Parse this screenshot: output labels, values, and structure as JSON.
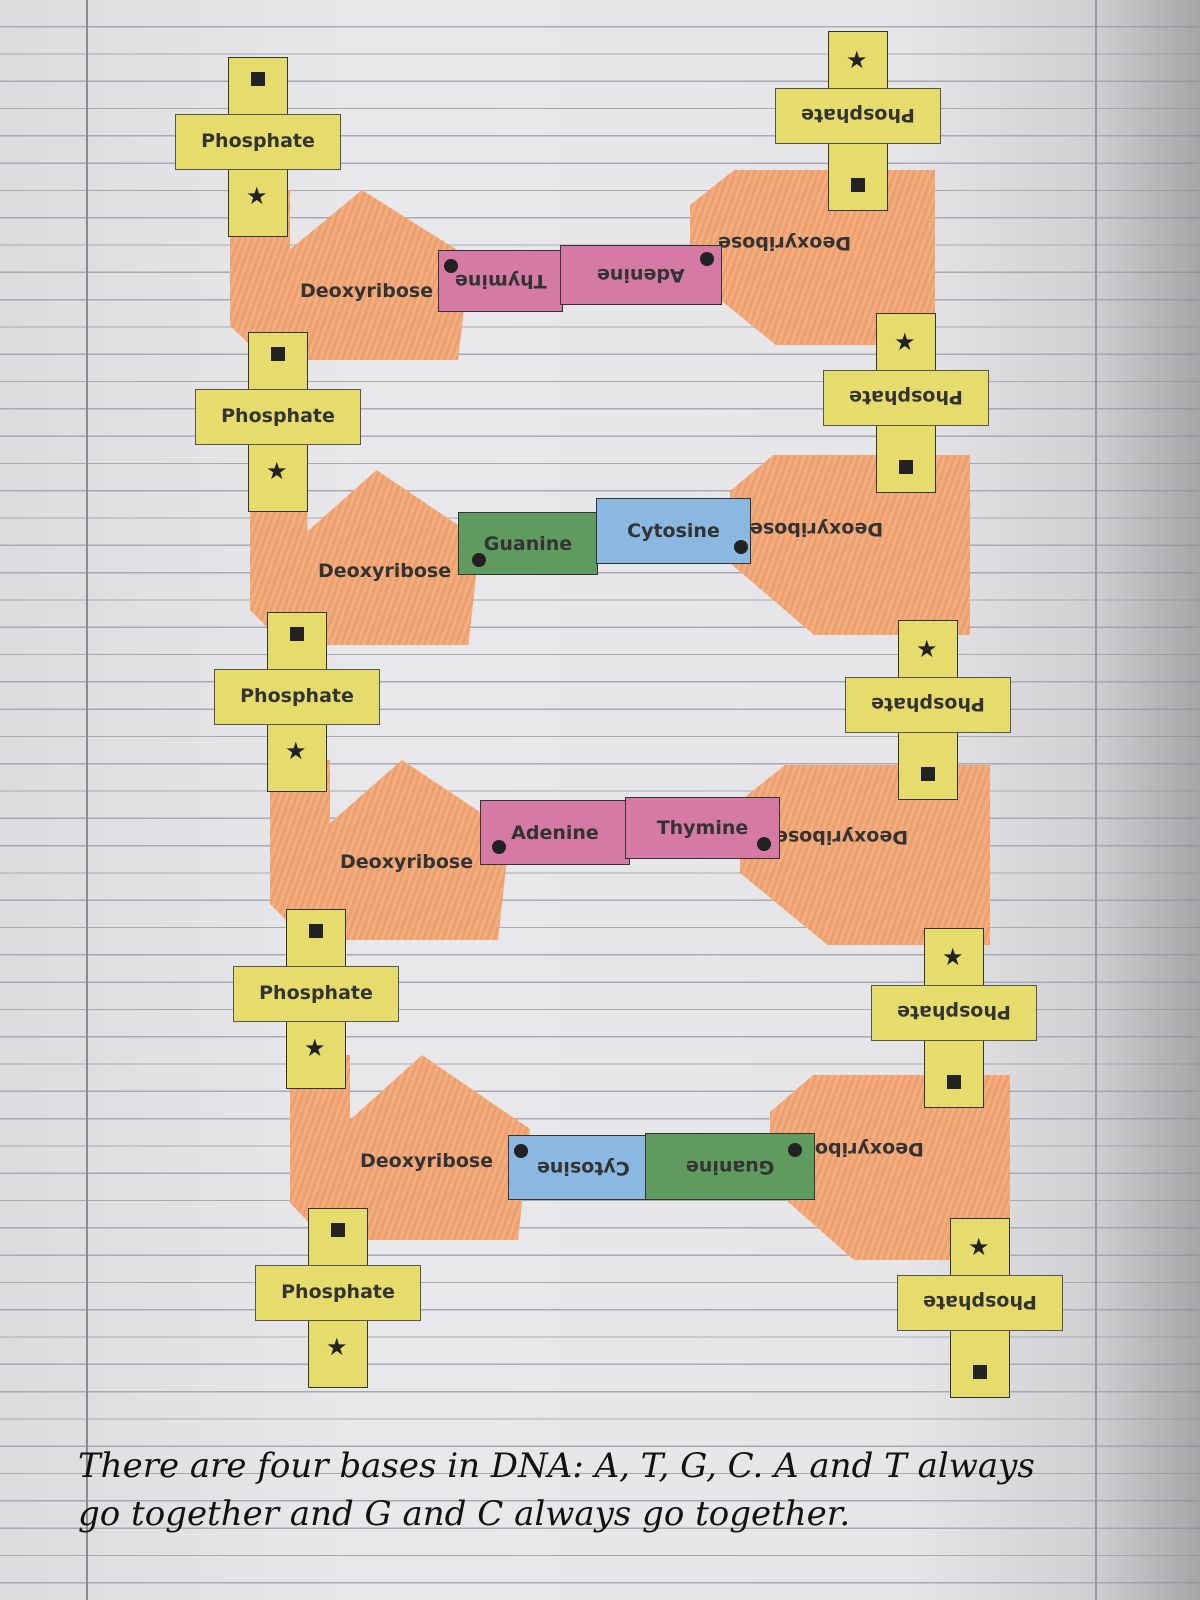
{
  "labels": {
    "phosphate": "Phosphate",
    "deoxyribose": "Deoxyribose",
    "deoxyribose_cut": "Deoxyribo",
    "adenine": "Adenine",
    "thymine": "Thymine",
    "guanine": "Guanine",
    "cytosine": "Cytosine"
  },
  "colors": {
    "phosphate": "#e6dc6c",
    "sugar": "#f0a070",
    "adenine_thymine": "#d47aa5",
    "guanine": "#5f9a5f",
    "cytosine": "#8bb8e0"
  },
  "base_pairs": [
    {
      "left": "Thymine",
      "right": "Adenine",
      "orientation": "upside-down"
    },
    {
      "left": "Guanine",
      "right": "Cytosine",
      "orientation": "upright"
    },
    {
      "left": "Adenine",
      "right": "Thymine",
      "orientation": "upright"
    },
    {
      "left": "Cytosine",
      "right": "Guanine",
      "orientation": "upside-down"
    }
  ],
  "note": {
    "line1": "There are four bases in DNA: A, T, G, C. A and T always",
    "line2": "go together and G and C always go together."
  }
}
